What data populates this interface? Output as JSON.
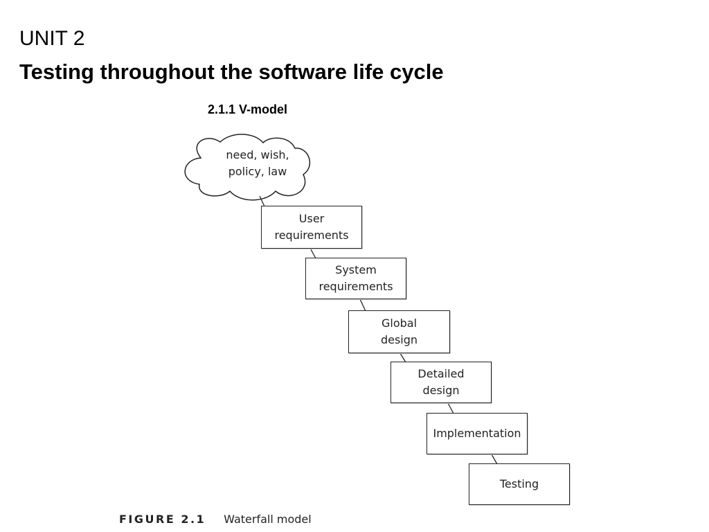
{
  "slide": {
    "unit_label": "UNIT 2",
    "title": "Testing throughout the software life cycle",
    "section_label": "2.1.1 V-model"
  },
  "diagram": {
    "cloud_text": "need, wish,\npolicy, law",
    "stages": [
      "User\nrequirements",
      "System\nrequirements",
      "Global\ndesign",
      "Detailed\ndesign",
      "Implementation",
      "Testing"
    ],
    "caption_number": "FIGURE 2.1",
    "caption_text": "Waterfall model",
    "line_color": "#222222"
  }
}
